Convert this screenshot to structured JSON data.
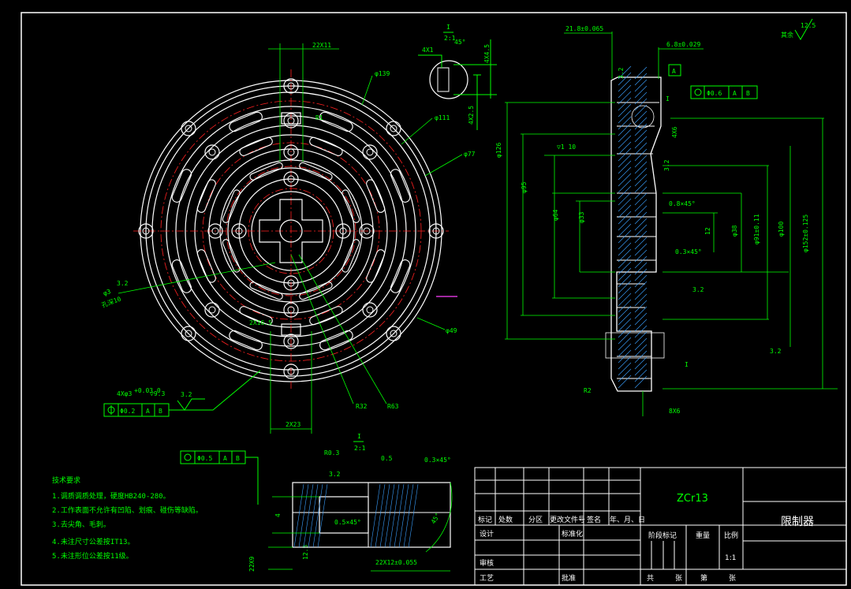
{
  "plate": {
    "dim_22x11": "22X11",
    "dia_139": "φ139",
    "dia_111": "φ111",
    "dia_77": "φ77",
    "dia_49": "φ49",
    "r1": "R1",
    "r32": "R32",
    "r63": "R63",
    "dim_2x6_5": "2X16.5",
    "dim_2x23": "2X23",
    "hole_spec": "4Xφ3",
    "hole_tol": "+0.03 0",
    "hole_depth": "▽9.3",
    "hole_left_spec": "φ3",
    "hole_left_label": "孔深10",
    "roughness_32": "3.2",
    "tol_frame": {
      "sym": "Φ",
      "value": "Φ0.2",
      "a": "A",
      "b": "B"
    }
  },
  "detail_I": {
    "label": "I",
    "scale": "2:1",
    "dim_4x1": "4X1",
    "angle": "45°",
    "dim_4x4_5": "4X4.5",
    "dim_4x2_5": "4X2.5"
  },
  "section": {
    "dim_21_8": "21.8±0.065",
    "dim_6_8": "6.8±0.029",
    "datum_a": "A",
    "roughness_32": "3.2",
    "remaining": "其余",
    "remaining_rough": "12.5",
    "tol_frame": {
      "value": "Φ0.6",
      "a": "A",
      "b": "B"
    },
    "label_I": "I",
    "dim_4x6": "4X6",
    "dim_1_10": "▽1 10",
    "dia_126": "φ126",
    "dia_95": "φ95",
    "dia_64": "φ64",
    "dia_33": "φ33",
    "chamfer_08": "0.8×45°",
    "dim_12": "12",
    "chamfer_03": "0.3×45°",
    "dia_38": "φ38",
    "dia_91": "φ91±0.11",
    "dia_100": "φ100",
    "dia_152": "φ152±0.125",
    "r2": "R2",
    "dim_8x6": "8X6",
    "label_I2": "I"
  },
  "detail_slot": {
    "label": "I",
    "scale": "2:1",
    "tol_frame": {
      "value": "Φ0.5",
      "a": "A",
      "b": "B"
    },
    "r03": "R0.3",
    "dim_05": "0.5",
    "chamfer_top": "0.3×45°",
    "rough": "3.2",
    "chamfer_mid": "0.5×45°",
    "dim_4": "4",
    "angle": "45°",
    "dim_12_5": "12.5",
    "dim_22x9": "22X9",
    "dim_22x12": "22X12±0.055"
  },
  "notes": {
    "heading": "技术要求",
    "items": [
      "1.调质调质处理，硬度HB240-280。",
      "2.工作表面不允许有凹陷、划痕、碰伤等缺陷。",
      "3.去尖角、毛刺。",
      "4.未注尺寸公差按IT13。",
      "5.未注形位公差按11级。"
    ]
  },
  "title_block": {
    "material": "ZCr13",
    "part_name": "限制器",
    "row_labels": [
      "标记",
      "处数",
      "分区",
      "更改文件号",
      "签名",
      "年、月、日"
    ],
    "design": "设计",
    "standard": "标准化",
    "stage": "阶段标记",
    "weight": "重量",
    "scale": "比例",
    "scale_val": "1:1",
    "review": "审核",
    "process": "工艺",
    "approve": "批准",
    "total": "共",
    "sheets": "张",
    "page": "第",
    "sheets2": "张"
  }
}
